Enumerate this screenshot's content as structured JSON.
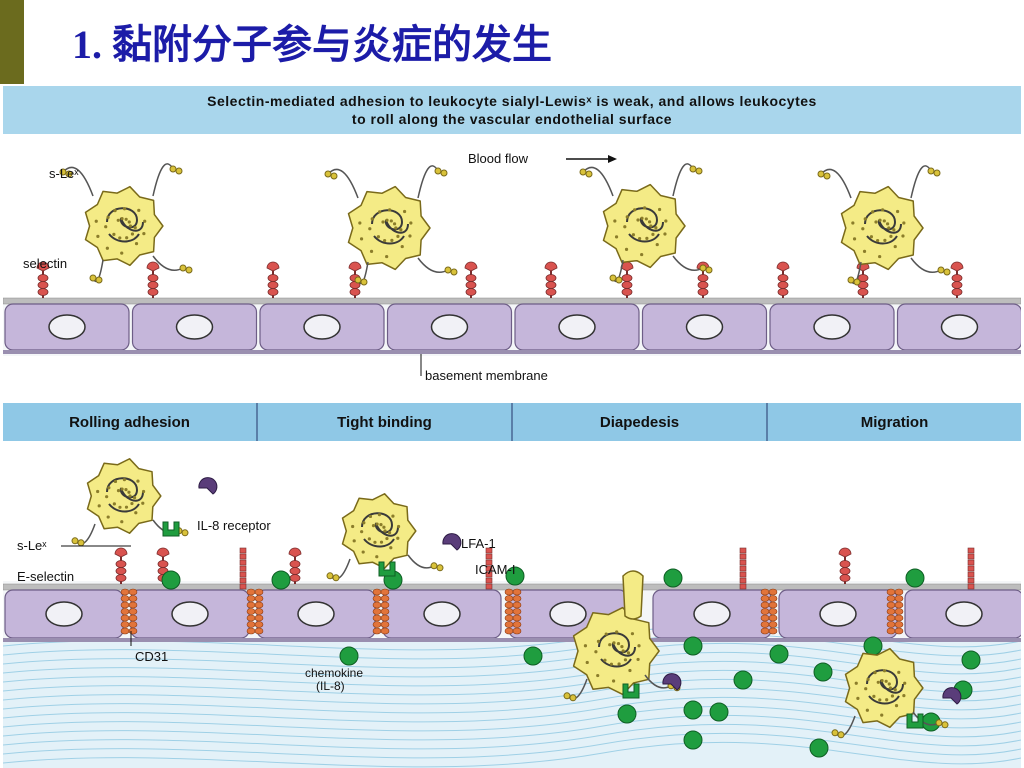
{
  "slide": {
    "title": "1. 黏附分子参与炎症的发生"
  },
  "top_panel": {
    "header_line1": "Selectin-mediated adhesion to leukocyte sialyl-Lewisˣ is weak, and allows leukocytes",
    "header_line2": "to roll along the vascular endothelial surface",
    "labels": {
      "slex": "s-Leˣ",
      "selectin": "selectin",
      "blood_flow": "Blood flow",
      "basement_membrane": "basement membrane"
    }
  },
  "bottom_panel": {
    "phases": [
      "Rolling adhesion",
      "Tight binding",
      "Diapedesis",
      "Migration"
    ],
    "labels": {
      "il8_receptor": "IL-8 receptor",
      "slex": "s-Leˣ",
      "e_selectin": "E-selectin",
      "lfa1": "LFA-1",
      "icam1": "ICAM-I",
      "cd31": "CD31",
      "chemokine": "chemokine",
      "chemokine_sub": "(IL-8)"
    }
  },
  "colors": {
    "title_blue": "#1c1ca8",
    "side_bar": "#6b6b1e",
    "header_band": "#a9d6ec",
    "phase_band": "#8fc8e6",
    "endothelium": "#c5b6da",
    "leukocyte": "#f4eb86",
    "selectin_red": "#d9534f",
    "chemokine_green": "#1f9d3f",
    "receptor_purple": "#5a3d7a",
    "cd31_orange": "#e2743a",
    "tissue_blue": "#e3f1f8"
  }
}
